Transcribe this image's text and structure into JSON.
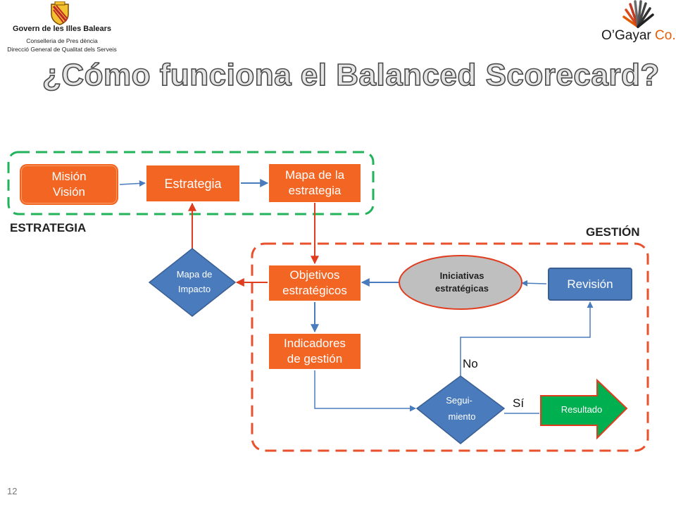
{
  "header": {
    "gov_logo": {
      "name": "Govern de les Illes Balears",
      "dept_line1": "Conselleria de Pres dència",
      "dept_line2": "Direcció General de Qualitat dels Serveis"
    },
    "company_logo": {
      "name_main": "O’Gayar",
      "name_suffix": "Co."
    }
  },
  "title": "¿Cómo funciona el Balanced Scorecard?",
  "groups": {
    "strategy_label": "ESTRATEGIA",
    "management_label": "GESTIÓN"
  },
  "nodes": {
    "mision": [
      "Misión",
      "Visión"
    ],
    "estrategia": [
      "Estrategia"
    ],
    "mapa_estrategia": [
      "Mapa de la",
      "estrategia"
    ],
    "objetivos": [
      "Objetivos",
      "estratégicos"
    ],
    "indicadores": [
      "Indicadores",
      "de gestión"
    ],
    "mapa_impacto": [
      "Mapa de",
      "Impacto"
    ],
    "iniciativas": [
      "Iniciativas",
      "estratégicas"
    ],
    "revision": [
      "Revisión"
    ],
    "seguimiento": [
      "Segui-",
      "miento"
    ],
    "resultado": [
      "Resultado"
    ]
  },
  "edge_labels": {
    "no": "No",
    "si": "Sí"
  },
  "colors": {
    "orange": "#f26522",
    "red": "#e03c1e",
    "blue": "#4a7bbd",
    "green": "#00b050",
    "gray": "#bfbfbf",
    "dashed_green": "#21b35a",
    "dashed_red": "#e8512b"
  },
  "slide_number": "12"
}
